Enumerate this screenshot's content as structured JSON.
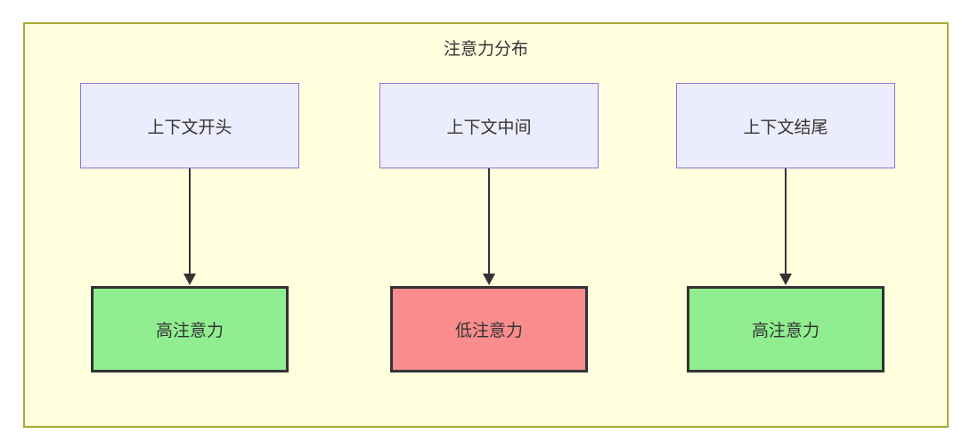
{
  "diagram": {
    "title": "注意力分布",
    "type": "flowchart",
    "colors": {
      "container_bg": "#ffffde",
      "container_border": "#aaaa33",
      "node_bg": "#ececff",
      "node_border": "#9370db",
      "high_bg": "#90ee90",
      "low_bg": "#f98c8c",
      "result_border": "#333333",
      "arrow": "#333333",
      "text": "#333333"
    },
    "columns": [
      {
        "source": "上下文开头",
        "result": "高注意力",
        "result_type": "high"
      },
      {
        "source": "上下文中间",
        "result": "低注意力",
        "result_type": "low"
      },
      {
        "source": "上下文结尾",
        "result": "高注意力",
        "result_type": "high"
      }
    ]
  }
}
